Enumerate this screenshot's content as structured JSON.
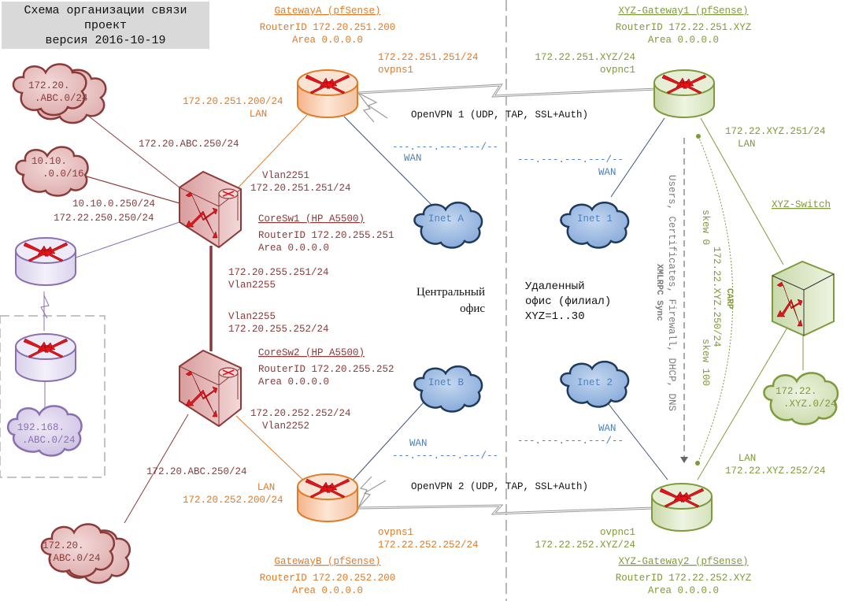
{
  "title_block": {
    "line1": "Схема организации связи",
    "line2": "проект",
    "line3": "версия 2016-10-19"
  },
  "colors": {
    "central_core": "#8b3a3a",
    "central_gateway": "#e07b28",
    "remote": "#7f9a3a",
    "wan": "#4f7fbf",
    "legacy": "#8a6fb0",
    "router_arrow": "#e8141c"
  },
  "zones": {
    "central": {
      "line1": "Центральный",
      "line2": "офис"
    },
    "remote": {
      "line1": "Удаленный",
      "line2": "офис (филиал)",
      "line3": "XYZ=1..30"
    }
  },
  "gateway_a": {
    "name": "GatewayA (pfSense)",
    "router_id": "RouterID 172.20.251.200",
    "area": "Area 0.0.0.0",
    "ovpn_ip": "172.22.251.251/24",
    "ovpn_if": "ovpns1",
    "lan_ip": "172.20.251.200/24",
    "lan_if": "LAN",
    "wan_ip": "---.---.---.---/--",
    "wan_if": "WAN"
  },
  "gateway_b": {
    "name": "GatewayB (pfSense)",
    "router_id": "RouterID 172.20.252.200",
    "area": "Area 0.0.0.0",
    "ovpn_ip": "172.22.252.252/24",
    "ovpn_if": "ovpns1",
    "lan_ip": "172.20.252.200/24",
    "lan_if": "LAN",
    "wan_ip": "---.---.---.---/--",
    "wan_if": "WAN"
  },
  "core_sw1": {
    "name": "CoreSw1 (HP A5500)",
    "router_id": "RouterID 172.20.255.251",
    "area": "Area 0.0.0.0",
    "vlan2251_if": "Vlan2251",
    "vlan2251_ip": "172.20.251.251/24",
    "vlan2255_ip": "172.20.255.251/24",
    "vlan2255_if": "Vlan2255",
    "abc_ip": "172.20.ABC.250/24",
    "ip_10": "10.10.0.250/24",
    "ip_250": "172.22.250.250/24"
  },
  "core_sw2": {
    "name": "CoreSw2 (HP A5500)",
    "router_id": "RouterID 172.20.255.252",
    "area": "Area 0.0.0.0",
    "vlan2255_if": "Vlan2255",
    "vlan2255_ip": "172.20.255.252/24",
    "vlan2252_ip": "172.20.252.252/24",
    "vlan2252_if": "Vlan2252",
    "abc_ip": "172.20.ABC.250/24"
  },
  "clouds": {
    "abc_top": {
      "line1": "172.20.",
      "line2": ".ABC.0/24"
    },
    "ten": {
      "line1": "10.10.",
      "line2": ".0.0/16"
    },
    "legacy": {
      "line1": "192.168.",
      "line2": ".ABC.0/24"
    },
    "abc_bottom": {
      "line1": "172.20.",
      "line2": ".ABC.0/24"
    },
    "inet_a": "Inet A",
    "inet_b": "Inet B",
    "inet_1": "Inet 1",
    "inet_2": "Inet 2",
    "xyz_lan": {
      "line1": "172.22.",
      "line2": ".XYZ.0/24"
    }
  },
  "vpn": {
    "link1": "OpenVPN 1 (UDP, TAP, SSL+Auth)",
    "link2": "OpenVPN 2 (UDP, TAP, SSL+Auth)"
  },
  "xyz_gateway1": {
    "name": "XYZ-Gateway1 (pfSense)",
    "router_id": "RouterID 172.22.251.XYZ",
    "area": "Area 0.0.0.0",
    "ovpn_ip": "172.22.251.XYZ/24",
    "ovpn_if": "ovpnc1",
    "lan_ip": "172.22.XYZ.251/24",
    "lan_if": "LAN",
    "wan_ip": "---.---.---.---/--",
    "wan_if": "WAN"
  },
  "xyz_gateway2": {
    "name": "XYZ-Gateway2 (pfSense)",
    "router_id": "RouterID 172.22.252.XYZ",
    "area": "Area 0.0.0.0",
    "ovpn_if": "ovpnc1",
    "ovpn_ip": "172.22.252.XYZ/24",
    "lan_if": "LAN",
    "lan_ip": "172.22.XYZ.252/24",
    "wan_ip": "---.---.---.---/--",
    "wan_if": "WAN"
  },
  "xyz_switch": {
    "name": "XYZ-Switch"
  },
  "sync": {
    "label": "XMLRPC Sync",
    "items": "Users, Certificates, Firewall, DHCP, DNS"
  },
  "carp": {
    "label": "CARP",
    "vip": "172.22.XYZ.250/24",
    "skew_master": "skew 0",
    "skew_backup": "skew 100"
  }
}
